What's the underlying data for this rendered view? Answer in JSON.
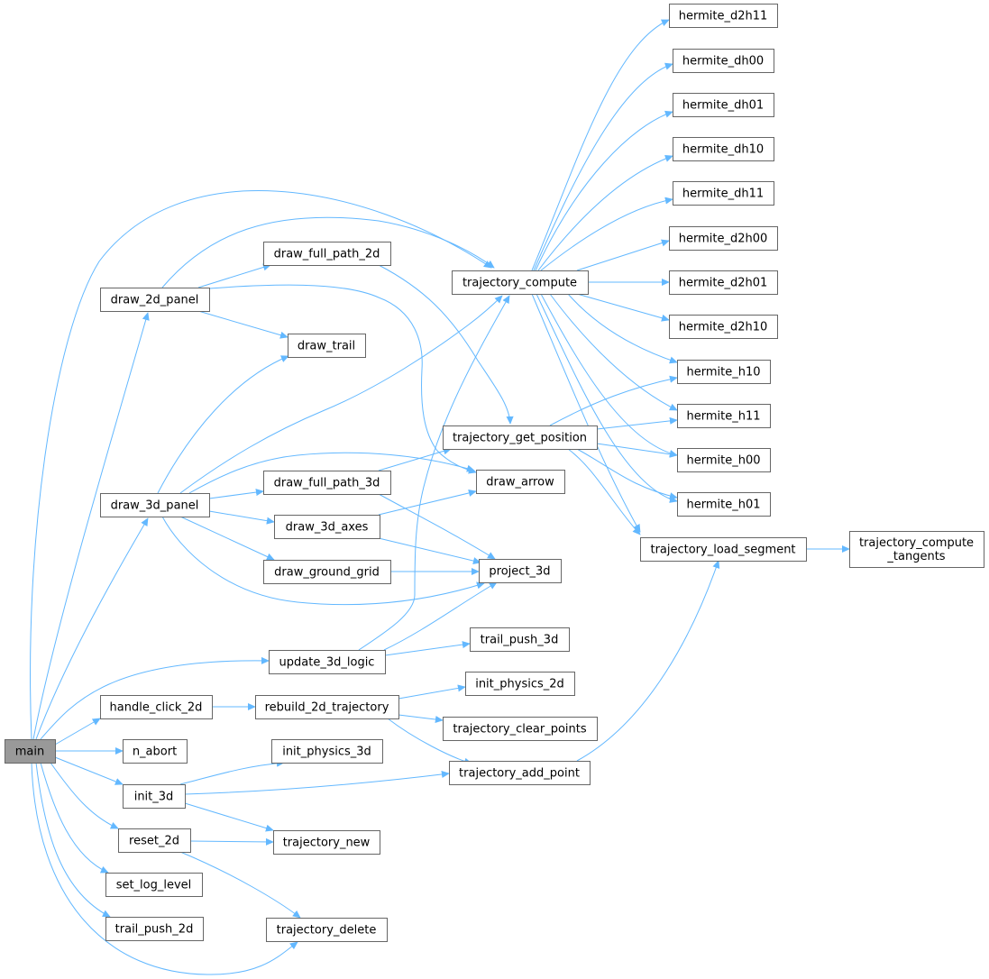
{
  "diagram": {
    "accent_color": "#63b8ff",
    "root_fill": "#999999",
    "node_border": "#666666",
    "nodes": [
      {
        "id": "main",
        "label": "main",
        "root": true
      },
      {
        "id": "draw_2d_panel",
        "label": "draw_2d_panel"
      },
      {
        "id": "draw_3d_panel",
        "label": "draw_3d_panel"
      },
      {
        "id": "handle_click_2d",
        "label": "handle_click_2d"
      },
      {
        "id": "n_abort",
        "label": "n_abort"
      },
      {
        "id": "init_3d",
        "label": "init_3d"
      },
      {
        "id": "reset_2d",
        "label": "reset_2d"
      },
      {
        "id": "set_log_level",
        "label": "set_log_level"
      },
      {
        "id": "trail_push_2d",
        "label": "trail_push_2d"
      },
      {
        "id": "draw_full_path_2d",
        "label": "draw_full_path_2d"
      },
      {
        "id": "draw_trail",
        "label": "draw_trail"
      },
      {
        "id": "draw_full_path_3d",
        "label": "draw_full_path_3d"
      },
      {
        "id": "draw_3d_axes",
        "label": "draw_3d_axes"
      },
      {
        "id": "draw_ground_grid",
        "label": "draw_ground_grid"
      },
      {
        "id": "update_3d_logic",
        "label": "update_3d_logic"
      },
      {
        "id": "rebuild_2d_trajectory",
        "label": "rebuild_2d_trajectory"
      },
      {
        "id": "init_physics_3d",
        "label": "init_physics_3d"
      },
      {
        "id": "trajectory_new",
        "label": "trajectory_new"
      },
      {
        "id": "trajectory_delete",
        "label": "trajectory_delete"
      },
      {
        "id": "trajectory_compute",
        "label": "trajectory_compute"
      },
      {
        "id": "trajectory_get_position",
        "label": "trajectory_get_position"
      },
      {
        "id": "draw_arrow",
        "label": "draw_arrow"
      },
      {
        "id": "project_3d",
        "label": "project_3d"
      },
      {
        "id": "trail_push_3d",
        "label": "trail_push_3d"
      },
      {
        "id": "init_physics_2d",
        "label": "init_physics_2d"
      },
      {
        "id": "trajectory_clear_points",
        "label": "trajectory_clear_points"
      },
      {
        "id": "trajectory_add_point",
        "label": "trajectory_add_point"
      },
      {
        "id": "hermite_d2h11",
        "label": "hermite_d2h11"
      },
      {
        "id": "hermite_dh00",
        "label": "hermite_dh00"
      },
      {
        "id": "hermite_dh01",
        "label": "hermite_dh01"
      },
      {
        "id": "hermite_dh10",
        "label": "hermite_dh10"
      },
      {
        "id": "hermite_dh11",
        "label": "hermite_dh11"
      },
      {
        "id": "hermite_d2h00",
        "label": "hermite_d2h00"
      },
      {
        "id": "hermite_d2h01",
        "label": "hermite_d2h01"
      },
      {
        "id": "hermite_d2h10",
        "label": "hermite_d2h10"
      },
      {
        "id": "hermite_h10",
        "label": "hermite_h10"
      },
      {
        "id": "hermite_h11",
        "label": "hermite_h11"
      },
      {
        "id": "hermite_h00",
        "label": "hermite_h00"
      },
      {
        "id": "hermite_h01",
        "label": "hermite_h01"
      },
      {
        "id": "trajectory_load_segment",
        "label": "trajectory_load_segment"
      },
      {
        "id": "trajectory_compute_tangents",
        "label": "trajectory_compute\n_tangents"
      }
    ],
    "edges": [
      [
        "main",
        "trajectory_compute"
      ],
      [
        "main",
        "draw_2d_panel"
      ],
      [
        "main",
        "draw_3d_panel"
      ],
      [
        "main",
        "update_3d_logic"
      ],
      [
        "main",
        "handle_click_2d"
      ],
      [
        "main",
        "n_abort"
      ],
      [
        "main",
        "init_3d"
      ],
      [
        "main",
        "reset_2d"
      ],
      [
        "main",
        "set_log_level"
      ],
      [
        "main",
        "trail_push_2d"
      ],
      [
        "main",
        "trajectory_delete"
      ],
      [
        "draw_2d_panel",
        "trajectory_compute"
      ],
      [
        "draw_2d_panel",
        "draw_full_path_2d"
      ],
      [
        "draw_2d_panel",
        "draw_trail"
      ],
      [
        "draw_2d_panel",
        "draw_arrow"
      ],
      [
        "draw_full_path_2d",
        "trajectory_get_position"
      ],
      [
        "draw_3d_panel",
        "trajectory_compute"
      ],
      [
        "draw_3d_panel",
        "draw_trail"
      ],
      [
        "draw_3d_panel",
        "draw_arrow"
      ],
      [
        "draw_3d_panel",
        "draw_full_path_3d"
      ],
      [
        "draw_3d_panel",
        "draw_3d_axes"
      ],
      [
        "draw_3d_panel",
        "draw_ground_grid"
      ],
      [
        "draw_3d_panel",
        "project_3d"
      ],
      [
        "draw_full_path_3d",
        "trajectory_get_position"
      ],
      [
        "draw_full_path_3d",
        "project_3d"
      ],
      [
        "draw_3d_axes",
        "draw_arrow"
      ],
      [
        "draw_3d_axes",
        "project_3d"
      ],
      [
        "draw_ground_grid",
        "project_3d"
      ],
      [
        "update_3d_logic",
        "trajectory_compute"
      ],
      [
        "update_3d_logic",
        "project_3d"
      ],
      [
        "update_3d_logic",
        "trail_push_3d"
      ],
      [
        "handle_click_2d",
        "rebuild_2d_trajectory"
      ],
      [
        "rebuild_2d_trajectory",
        "init_physics_2d"
      ],
      [
        "rebuild_2d_trajectory",
        "trajectory_clear_points"
      ],
      [
        "rebuild_2d_trajectory",
        "trajectory_add_point"
      ],
      [
        "init_3d",
        "init_physics_3d"
      ],
      [
        "init_3d",
        "trajectory_add_point"
      ],
      [
        "init_3d",
        "trajectory_new"
      ],
      [
        "reset_2d",
        "trajectory_new"
      ],
      [
        "reset_2d",
        "trajectory_delete"
      ],
      [
        "trajectory_compute",
        "hermite_d2h11"
      ],
      [
        "trajectory_compute",
        "hermite_dh00"
      ],
      [
        "trajectory_compute",
        "hermite_dh01"
      ],
      [
        "trajectory_compute",
        "hermite_dh10"
      ],
      [
        "trajectory_compute",
        "hermite_dh11"
      ],
      [
        "trajectory_compute",
        "hermite_d2h00"
      ],
      [
        "trajectory_compute",
        "hermite_d2h01"
      ],
      [
        "trajectory_compute",
        "hermite_d2h10"
      ],
      [
        "trajectory_compute",
        "hermite_h10"
      ],
      [
        "trajectory_compute",
        "hermite_h11"
      ],
      [
        "trajectory_compute",
        "hermite_h00"
      ],
      [
        "trajectory_compute",
        "hermite_h01"
      ],
      [
        "trajectory_compute",
        "trajectory_load_segment"
      ],
      [
        "trajectory_get_position",
        "hermite_h10"
      ],
      [
        "trajectory_get_position",
        "hermite_h11"
      ],
      [
        "trajectory_get_position",
        "hermite_h00"
      ],
      [
        "trajectory_get_position",
        "hermite_h01"
      ],
      [
        "trajectory_get_position",
        "trajectory_load_segment"
      ],
      [
        "trajectory_add_point",
        "trajectory_load_segment"
      ],
      [
        "trajectory_load_segment",
        "trajectory_compute_tangents"
      ]
    ]
  }
}
